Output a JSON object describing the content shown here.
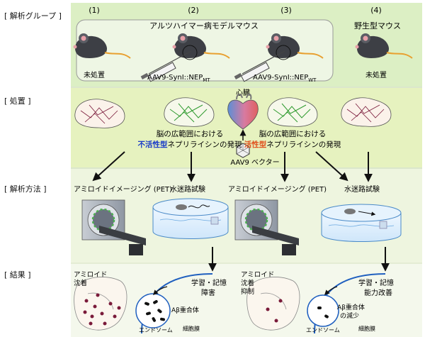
{
  "sections": {
    "groups": "[ 解析グループ ]",
    "treatment": "[ 処置 ]",
    "methods": "[ 解析方法 ]",
    "results": "[ 結果 ]"
  },
  "groups": {
    "numbers": [
      "(1)",
      "(2)",
      "(3)",
      "(4)"
    ],
    "ad_mouse": "アルツハイマー病モデルマウス",
    "wild_type": "野生型マウス",
    "untreated_1": "未処置",
    "untreated_4": "未処置",
    "aav_mt": "AAV9-SynI::NEP",
    "aav_mt_sub": "MT",
    "aav_wt": "AAV9-SynI::NEP",
    "aav_wt_sub": "WT"
  },
  "treatment": {
    "heart": "心臓",
    "left_line1": "脳の広範囲における",
    "left_highlight": "不活性型",
    "left_rest": "ネプリライシンの発現",
    "right_line1": "脳の広範囲における",
    "right_highlight": "活性型",
    "right_rest": "ネプリライシンの発現",
    "vector": "AAV9 ベクター",
    "inactive_color": "#1a3cc8",
    "active_color": "#e0501c"
  },
  "methods": {
    "pet_left": "アミロイドイメージング (PET)",
    "maze_left": "水迷路試験",
    "pet_right": "アミロイドイメージング (PET)",
    "maze_right": "水迷路試験"
  },
  "results": {
    "left_amyloid_1": "アミロイド",
    "left_amyloid_2": "沈着",
    "left_ab": "Aβ重合体",
    "left_endosome": "エンドソーム",
    "left_membrane": "細胞膜",
    "left_memory_1": "学習・記憶",
    "left_memory_2": "障害",
    "right_amyloid_1": "アミロイド",
    "right_amyloid_2": "沈着",
    "right_amyloid_3": "抑制",
    "right_ab_1": "Aβ重合体",
    "right_ab_2": "の減少",
    "right_endosome": "エンドソーム",
    "right_membrane": "細胞膜",
    "right_memory_1": "学習・記憶",
    "right_memory_2": "能力改善"
  },
  "colors": {
    "band_groups": "#dcefc4",
    "band_treatment": "#e6f2bf",
    "band_methods": "#eef5df",
    "band_results": "#f4f8ec",
    "fiber": "#2e9a2e",
    "neuron_dark": "#7a1a3a",
    "membrane": "#1f5fbf"
  }
}
